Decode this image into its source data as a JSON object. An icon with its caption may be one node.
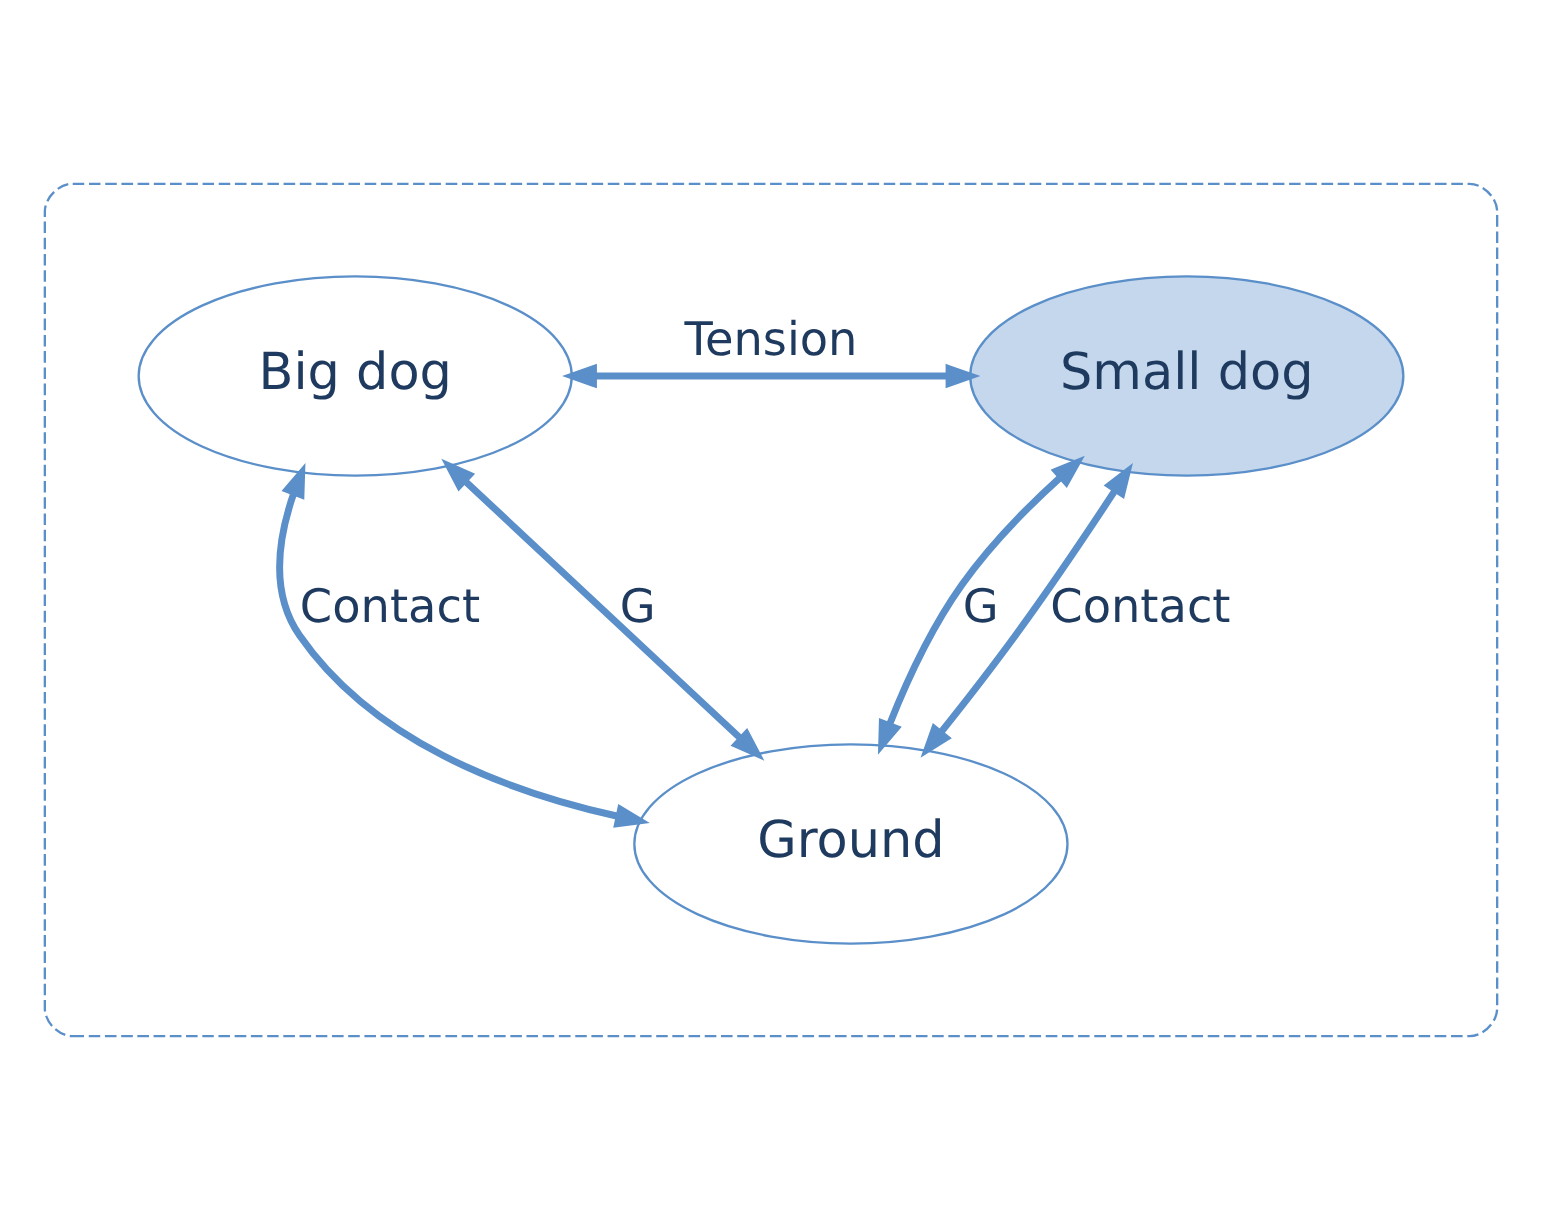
{
  "diagram": {
    "nodes": [
      {
        "text": [],
        "shape": "ellipse"
      },
      {
        "text": [
          "Big dog"
        ],
        "in": 0
      },
      {
        "text": [
          "Small dog"
        ],
        "in": 0
      },
      {
        "text": [
          "Ground"
        ],
        "in": 0
      }
    ],
    "edges": [
      {
        "from": 1,
        "to": 2,
        "arrow": "both",
        "label": "Tension"
      },
      {
        "from": 1,
        "to": 3,
        "arrow": "both",
        "label": "Contact"
      },
      {
        "from": 1,
        "to": 3,
        "arrow": "both",
        "label": "G"
      },
      {
        "from": 2,
        "to": 3,
        "arrow": "both",
        "label": "G"
      },
      {
        "from": 2,
        "to": 3,
        "arrow": "both",
        "label": "Contact"
      }
    ]
  }
}
